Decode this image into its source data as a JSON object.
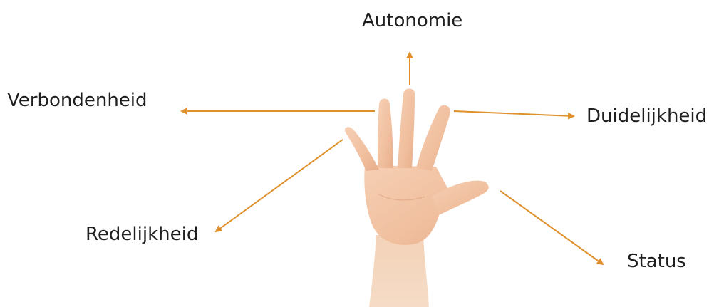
{
  "diagram": {
    "arrow_color": "#e0902a",
    "skin_color": "#f2c4a4",
    "labels": {
      "autonomie": "Autonomie",
      "verbondenheid": "Verbondenheid",
      "duidelijkheid": "Duidelijkheid",
      "redelijkheid": "Redelijkheid",
      "status": "Status"
    },
    "image": "open-hand-illustration"
  }
}
